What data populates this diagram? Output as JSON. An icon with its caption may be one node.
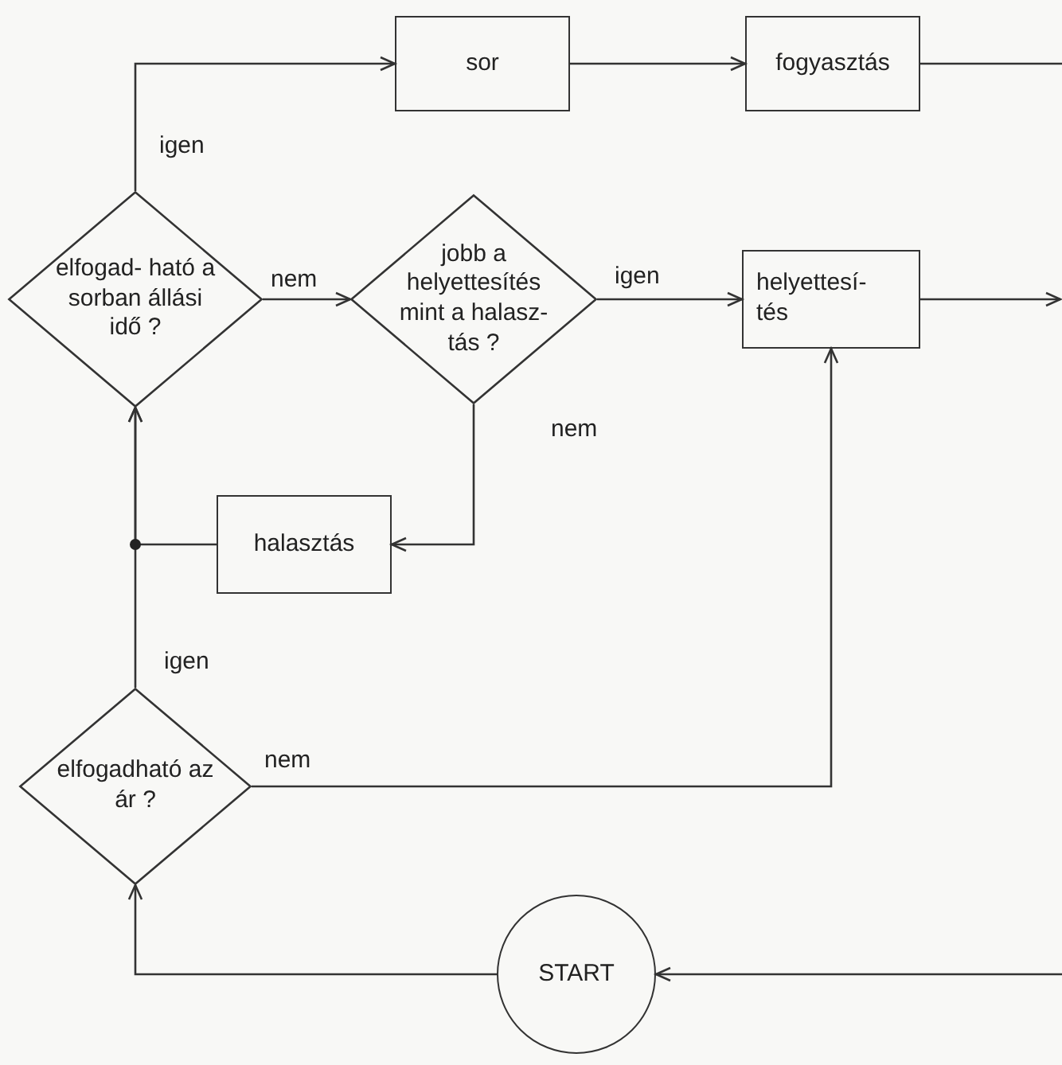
{
  "diagram": {
    "nodes": [
      {
        "text": [
          "sor"
        ]
      },
      {
        "text": [
          "fogyasztás"
        ]
      },
      {
        "text": [
          "elfogad- ható a sorban állási idő ?"
        ]
      },
      {
        "text": [
          "jobb a helyettesítés mint a halasz- tás ?"
        ]
      },
      {
        "text": [
          "helyettesí- tés"
        ]
      },
      {
        "text": [
          "halasztás"
        ]
      },
      {
        "text": [
          "elfogadható az ár ?"
        ]
      },
      {
        "text": [
          "START"
        ]
      }
    ],
    "edges": [
      {
        "from": 2,
        "to": 0,
        "arrow": "to",
        "label": "igen"
      },
      {
        "from": 0,
        "to": 1,
        "arrow": "to"
      },
      {
        "from": 1,
        "to": null,
        "arrow": "none"
      },
      {
        "from": 2,
        "to": 3,
        "arrow": "to",
        "label": "nem"
      },
      {
        "from": 3,
        "to": 4,
        "arrow": "to",
        "label": "igen"
      },
      {
        "from": 4,
        "to": null,
        "arrow": "to"
      },
      {
        "from": 3,
        "to": 5,
        "arrow": "to",
        "label": "nem"
      },
      {
        "from": 5,
        "to": 2,
        "arrow": "to"
      },
      {
        "from": 6,
        "to": 2,
        "arrow": "to",
        "label": "igen"
      },
      {
        "from": 6,
        "to": 4,
        "arrow": "to",
        "label": "nem"
      },
      {
        "from": 7,
        "to": 6,
        "arrow": "to"
      },
      {
        "from": null,
        "to": 7,
        "arrow": "to"
      }
    ]
  }
}
